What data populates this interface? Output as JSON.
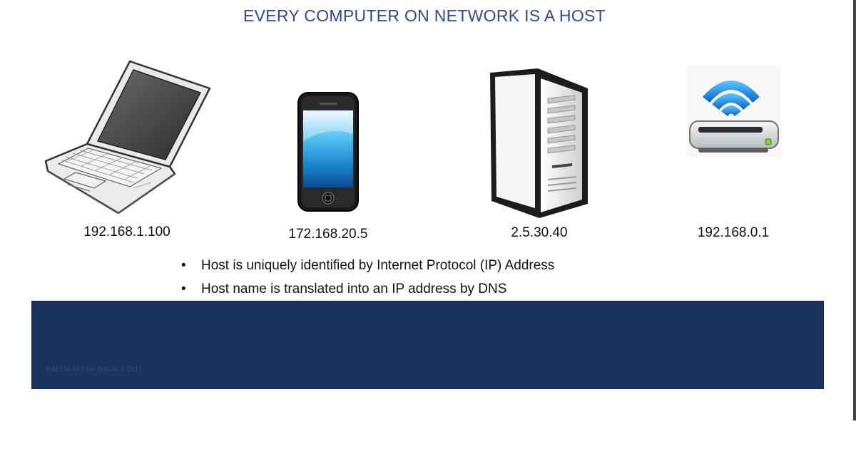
{
  "title": "EVERY COMPUTER ON NETWORK IS A HOST",
  "devices": [
    {
      "icon": "laptop-icon",
      "ip": "192.168.1.100"
    },
    {
      "icon": "smartphone-icon",
      "ip": "172.168.20.5"
    },
    {
      "icon": "server-tower-icon",
      "ip": "2.5.30.40"
    },
    {
      "icon": "wifi-router-icon",
      "ip": "192.168.0.1"
    }
  ],
  "bullet_symbol": "•",
  "bullets": [
    "Host is uniquely identified by Internet Protocol (IP) Address",
    "Host name is translated into an IP address by DNS"
  ],
  "footer": {
    "credit": "NAEEM AKRAM MALIK © 2017"
  },
  "colors": {
    "title": "#2e4a8c",
    "footer_bar": "#1c3260"
  }
}
